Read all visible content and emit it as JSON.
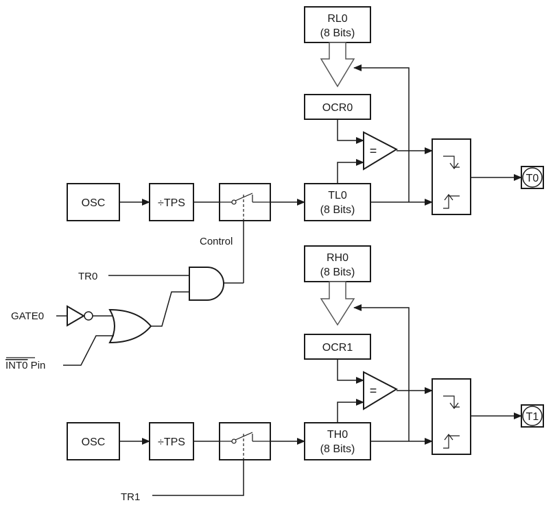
{
  "blocks": {
    "rl0": [
      "RL0",
      "(8 Bits)"
    ],
    "ocr0": "OCR0",
    "tl0": [
      "TL0",
      "(8 Bits)"
    ],
    "osc_top": "OSC",
    "tps_top": "÷TPS",
    "rh0": [
      "RH0",
      "(8 Bits)"
    ],
    "ocr1": "OCR1",
    "th0": [
      "TH0",
      "(8 Bits)"
    ],
    "osc_bottom": "OSC",
    "tps_bottom": "÷TPS"
  },
  "comparators": {
    "top": "=",
    "bottom": "="
  },
  "outputs": {
    "top": "T0",
    "bottom": "T1"
  },
  "signals": {
    "control": "Control",
    "tr0": "TR0",
    "gate0": "GATE0",
    "int0_name": "INT0",
    "int0_suffix": " Pin",
    "tr1": "TR1"
  }
}
